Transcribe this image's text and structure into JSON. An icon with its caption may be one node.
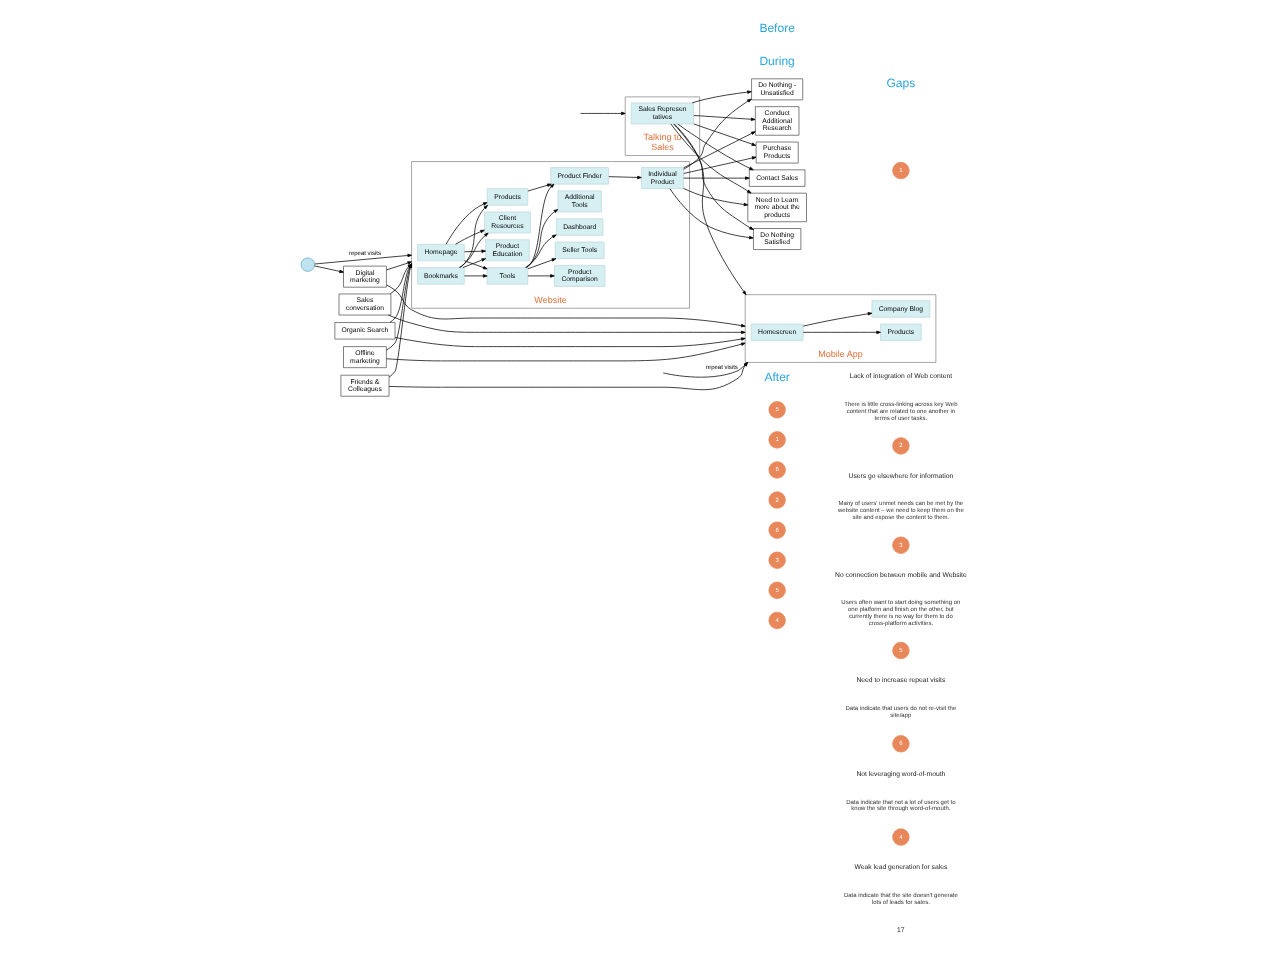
{
  "diagram": {
    "nodes": [
      {
        "text": [],
        "shape": "person"
      },
      {
        "text": [
          "Digital marketing"
        ]
      },
      {
        "text": [
          "Sales conversation"
        ]
      },
      {
        "text": [
          "Friends & Colleagues"
        ]
      },
      {
        "text": [
          "Offline marketing"
        ]
      },
      {
        "text": [
          "Organic Search"
        ]
      },
      {
        "text": [
          "Website"
        ]
      },
      {
        "text": [
          "Homepage"
        ],
        "in": 6
      },
      {
        "text": [
          "Bookmarks"
        ],
        "in": 6
      },
      {
        "text": [
          "Products"
        ],
        "in": 6
      },
      {
        "text": [
          "Product Education"
        ],
        "in": 6
      },
      {
        "text": [
          "Tools"
        ],
        "in": 6
      },
      {
        "text": [
          "Client Resources"
        ],
        "in": 6
      },
      {
        "text": [
          "Product Finder"
        ],
        "in": 6
      },
      {
        "text": [
          "Individual Product"
        ],
        "in": 6
      },
      {
        "text": [
          "Product Comparison"
        ],
        "in": 6
      },
      {
        "text": [
          "Seller Tools"
        ],
        "in": 6
      },
      {
        "text": [
          "Dashboard"
        ],
        "in": 6
      },
      {
        "text": [
          "Additional Tools"
        ],
        "in": 6
      },
      {
        "text": [
          "Purchase Products"
        ]
      },
      {
        "text": [
          "Do Nothing Satisfied"
        ]
      },
      {
        "text": [
          "Do Nothing - Unsatisfied"
        ]
      },
      {
        "text": [
          "Contact Sales"
        ]
      },
      {
        "text": [
          "Conduct Additional Research"
        ]
      },
      {
        "text": [
          "Need to Learn more about the products"
        ]
      },
      {
        "text": [
          "Mobile App"
        ]
      },
      {
        "text": [
          "Homescreen"
        ],
        "in": 25
      },
      {
        "text": [
          "Products"
        ],
        "in": 25
      },
      {
        "text": [
          "Company Blog"
        ],
        "in": 25
      },
      {
        "text": [
          "Talking to Sales"
        ]
      },
      {
        "text": [
          "Sales Representatives"
        ],
        "in": 29
      }
    ],
    "edges": [
      {
        "from": 0,
        "to": 6,
        "arrow": "to",
        "label": "repeat visits"
      },
      {
        "from": 0,
        "to": 1,
        "arrow": "to"
      },
      {
        "from": 1,
        "to": 6,
        "arrow": "to"
      },
      {
        "from": 2,
        "to": 6,
        "arrow": "to"
      },
      {
        "from": 3,
        "to": 6,
        "arrow": "to"
      },
      {
        "from": 4,
        "to": 6,
        "arrow": "to"
      },
      {
        "from": 5,
        "to": 6,
        "arrow": "to"
      },
      {
        "from": 1,
        "to": 25,
        "arrow": "to"
      },
      {
        "from": 2,
        "to": 25,
        "arrow": "to"
      },
      {
        "from": 3,
        "to": 25,
        "arrow": "to"
      },
      {
        "from": 4,
        "to": 25,
        "arrow": "to"
      },
      {
        "from": 5,
        "to": 25,
        "arrow": "to"
      },
      {
        "from": 7,
        "to": 9,
        "arrow": "to"
      },
      {
        "from": 7,
        "to": 10,
        "arrow": "to"
      },
      {
        "from": 7,
        "to": 11,
        "arrow": "to"
      },
      {
        "from": 7,
        "to": 12,
        "arrow": "to"
      },
      {
        "from": 8,
        "to": 9,
        "arrow": "to"
      },
      {
        "from": 8,
        "to": 10,
        "arrow": "to"
      },
      {
        "from": 8,
        "to": 11,
        "arrow": "to"
      },
      {
        "from": 8,
        "to": 12,
        "arrow": "to"
      },
      {
        "from": 9,
        "to": 13,
        "arrow": "to"
      },
      {
        "from": 13,
        "to": 14,
        "arrow": "to"
      },
      {
        "from": 11,
        "to": 13,
        "arrow": "to"
      },
      {
        "from": 11,
        "to": 15,
        "arrow": "to"
      },
      {
        "from": 11,
        "to": 16,
        "arrow": "to"
      },
      {
        "from": 11,
        "to": 17,
        "arrow": "to"
      },
      {
        "from": 11,
        "to": 18,
        "arrow": "to"
      },
      {
        "from": 14,
        "to": 19,
        "arrow": "to"
      },
      {
        "from": 14,
        "to": 20,
        "arrow": "to"
      },
      {
        "from": 14,
        "to": 21,
        "arrow": "to"
      },
      {
        "from": 14,
        "to": 22,
        "arrow": "to"
      },
      {
        "from": 14,
        "to": 23,
        "arrow": "to"
      },
      {
        "from": 14,
        "to": 24,
        "arrow": "to"
      },
      {
        "from": null,
        "to": 25,
        "arrow": "to",
        "label": "repeat visits"
      },
      {
        "from": 26,
        "to": 27,
        "arrow": "to"
      },
      {
        "from": 26,
        "to": 28,
        "arrow": "to"
      },
      {
        "from": null,
        "to": 29,
        "arrow": "to"
      },
      {
        "from": 30,
        "to": 25,
        "arrow": "to"
      },
      {
        "from": 30,
        "to": 19,
        "arrow": "to"
      },
      {
        "from": 30,
        "to": 20,
        "arrow": "to"
      },
      {
        "from": 30,
        "to": 21,
        "arrow": "to"
      },
      {
        "from": 30,
        "to": 22,
        "arrow": "to"
      },
      {
        "from": 30,
        "to": 23,
        "arrow": "to"
      },
      {
        "from": 30,
        "to": 24,
        "arrow": "to"
      }
    ],
    "labels": [
      "Before",
      "During",
      "After",
      "5",
      "1",
      "6",
      "2",
      "6",
      "3",
      "5",
      "4",
      "Gaps",
      "1",
      "Lack of integration of Web content",
      "There is little cross-linking across key Web content that are related to one another in terms of user tasks.",
      "2",
      "Users go elsewhere for information",
      "Many of users' unmet needs can be met by the website content – we need to keep them on the site and expose the content to them.",
      "3",
      "No connection between mobile and Website",
      "Users often want to start doing something on one platform and finish on the other, but currently there is no way for them to do cross-platform activities.",
      "5",
      "Need to increase repeat visits",
      "Data indicate that users do not re-visit the site/app",
      "6",
      "Not leveraging word-of-mouth",
      "Data indicate that not a lot of users get to know the site through word-of-mouth.",
      "4",
      "Weak lead generation for sales",
      "Data indicate that the site doesn't generate lots of leads for sales.",
      "17"
    ]
  }
}
